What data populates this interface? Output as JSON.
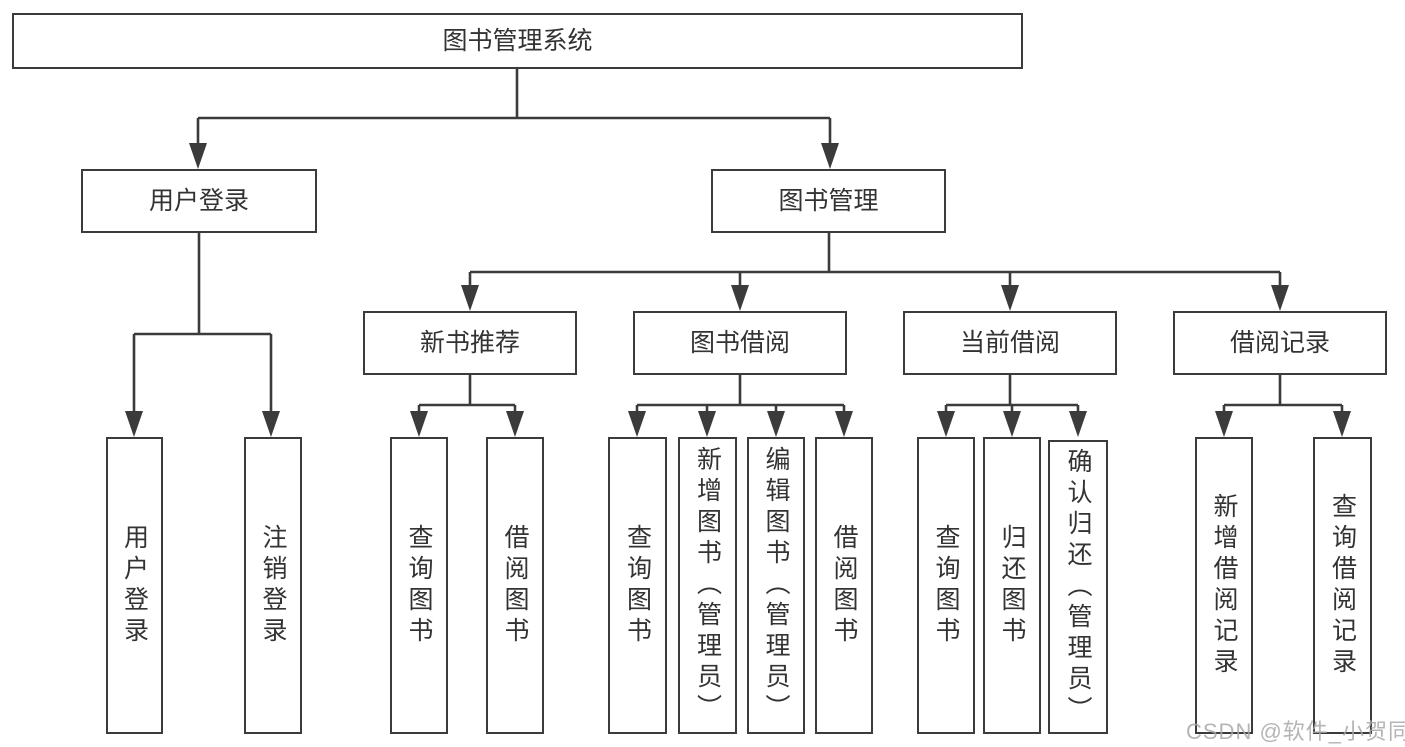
{
  "nodes": {
    "root": "图书管理系统",
    "user_login": "用户登录",
    "book_mgmt": "图书管理",
    "new_book_rec": "新书推荐",
    "book_borrow": "图书借阅",
    "current_borrow": "当前借阅",
    "borrow_records": "借阅记录",
    "leaf_user_login": "用户登录",
    "leaf_logout": "注销登录",
    "rec_query_books": "查询图书",
    "rec_borrow_books": "借阅图书",
    "bb_query_books": "查询图书",
    "bb_add_books": "新增图书（管理员）",
    "bb_edit_books": "编辑图书（管理员）",
    "bb_borrow_books": "借阅图书",
    "cb_query_books": "查询图书",
    "cb_return_books": "归还图书",
    "cb_confirm_return": "确认归还（管理员）",
    "br_add_record": "新增借阅记录",
    "br_query_record": "查询借阅记录"
  },
  "watermark": "CSDN @软件_小贺同学",
  "colors": {
    "line": "#3b3b3b",
    "text": "#333333",
    "watermark": "#a8a8a8",
    "background": "#ffffff"
  }
}
